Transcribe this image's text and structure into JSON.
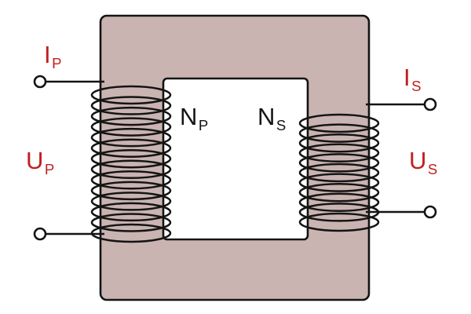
{
  "diagram": {
    "type": "transformer-schematic",
    "labels": {
      "primary_current": {
        "main": "I",
        "sub": "P"
      },
      "primary_voltage": {
        "main": "U",
        "sub": "P"
      },
      "primary_turns": {
        "main": "N",
        "sub": "P"
      },
      "secondary_current": {
        "main": "I",
        "sub": "S"
      },
      "secondary_voltage": {
        "main": "U",
        "sub": "S"
      },
      "secondary_turns": {
        "main": "N",
        "sub": "S"
      }
    },
    "colors": {
      "label_red": "#bf2020",
      "label_black": "#141414",
      "core_fill": "#c9b4b1",
      "outline": "#141414"
    },
    "coils": {
      "left_turns": 14,
      "right_turns": 11
    }
  }
}
